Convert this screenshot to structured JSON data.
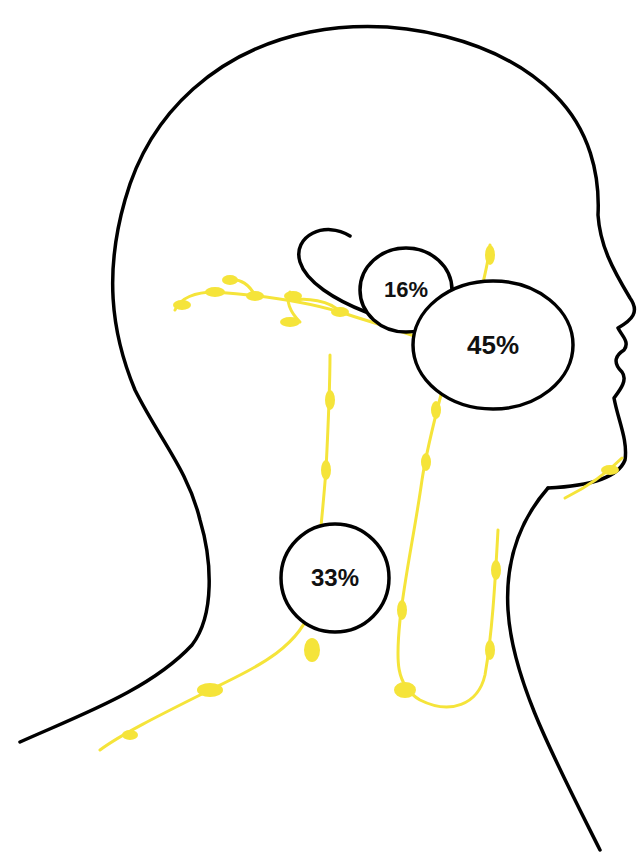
{
  "diagram": {
    "nodes": [
      {
        "text": [
          "16%"
        ]
      },
      {
        "text": [
          "45%"
        ]
      },
      {
        "text": [
          "33%"
        ]
      }
    ]
  }
}
